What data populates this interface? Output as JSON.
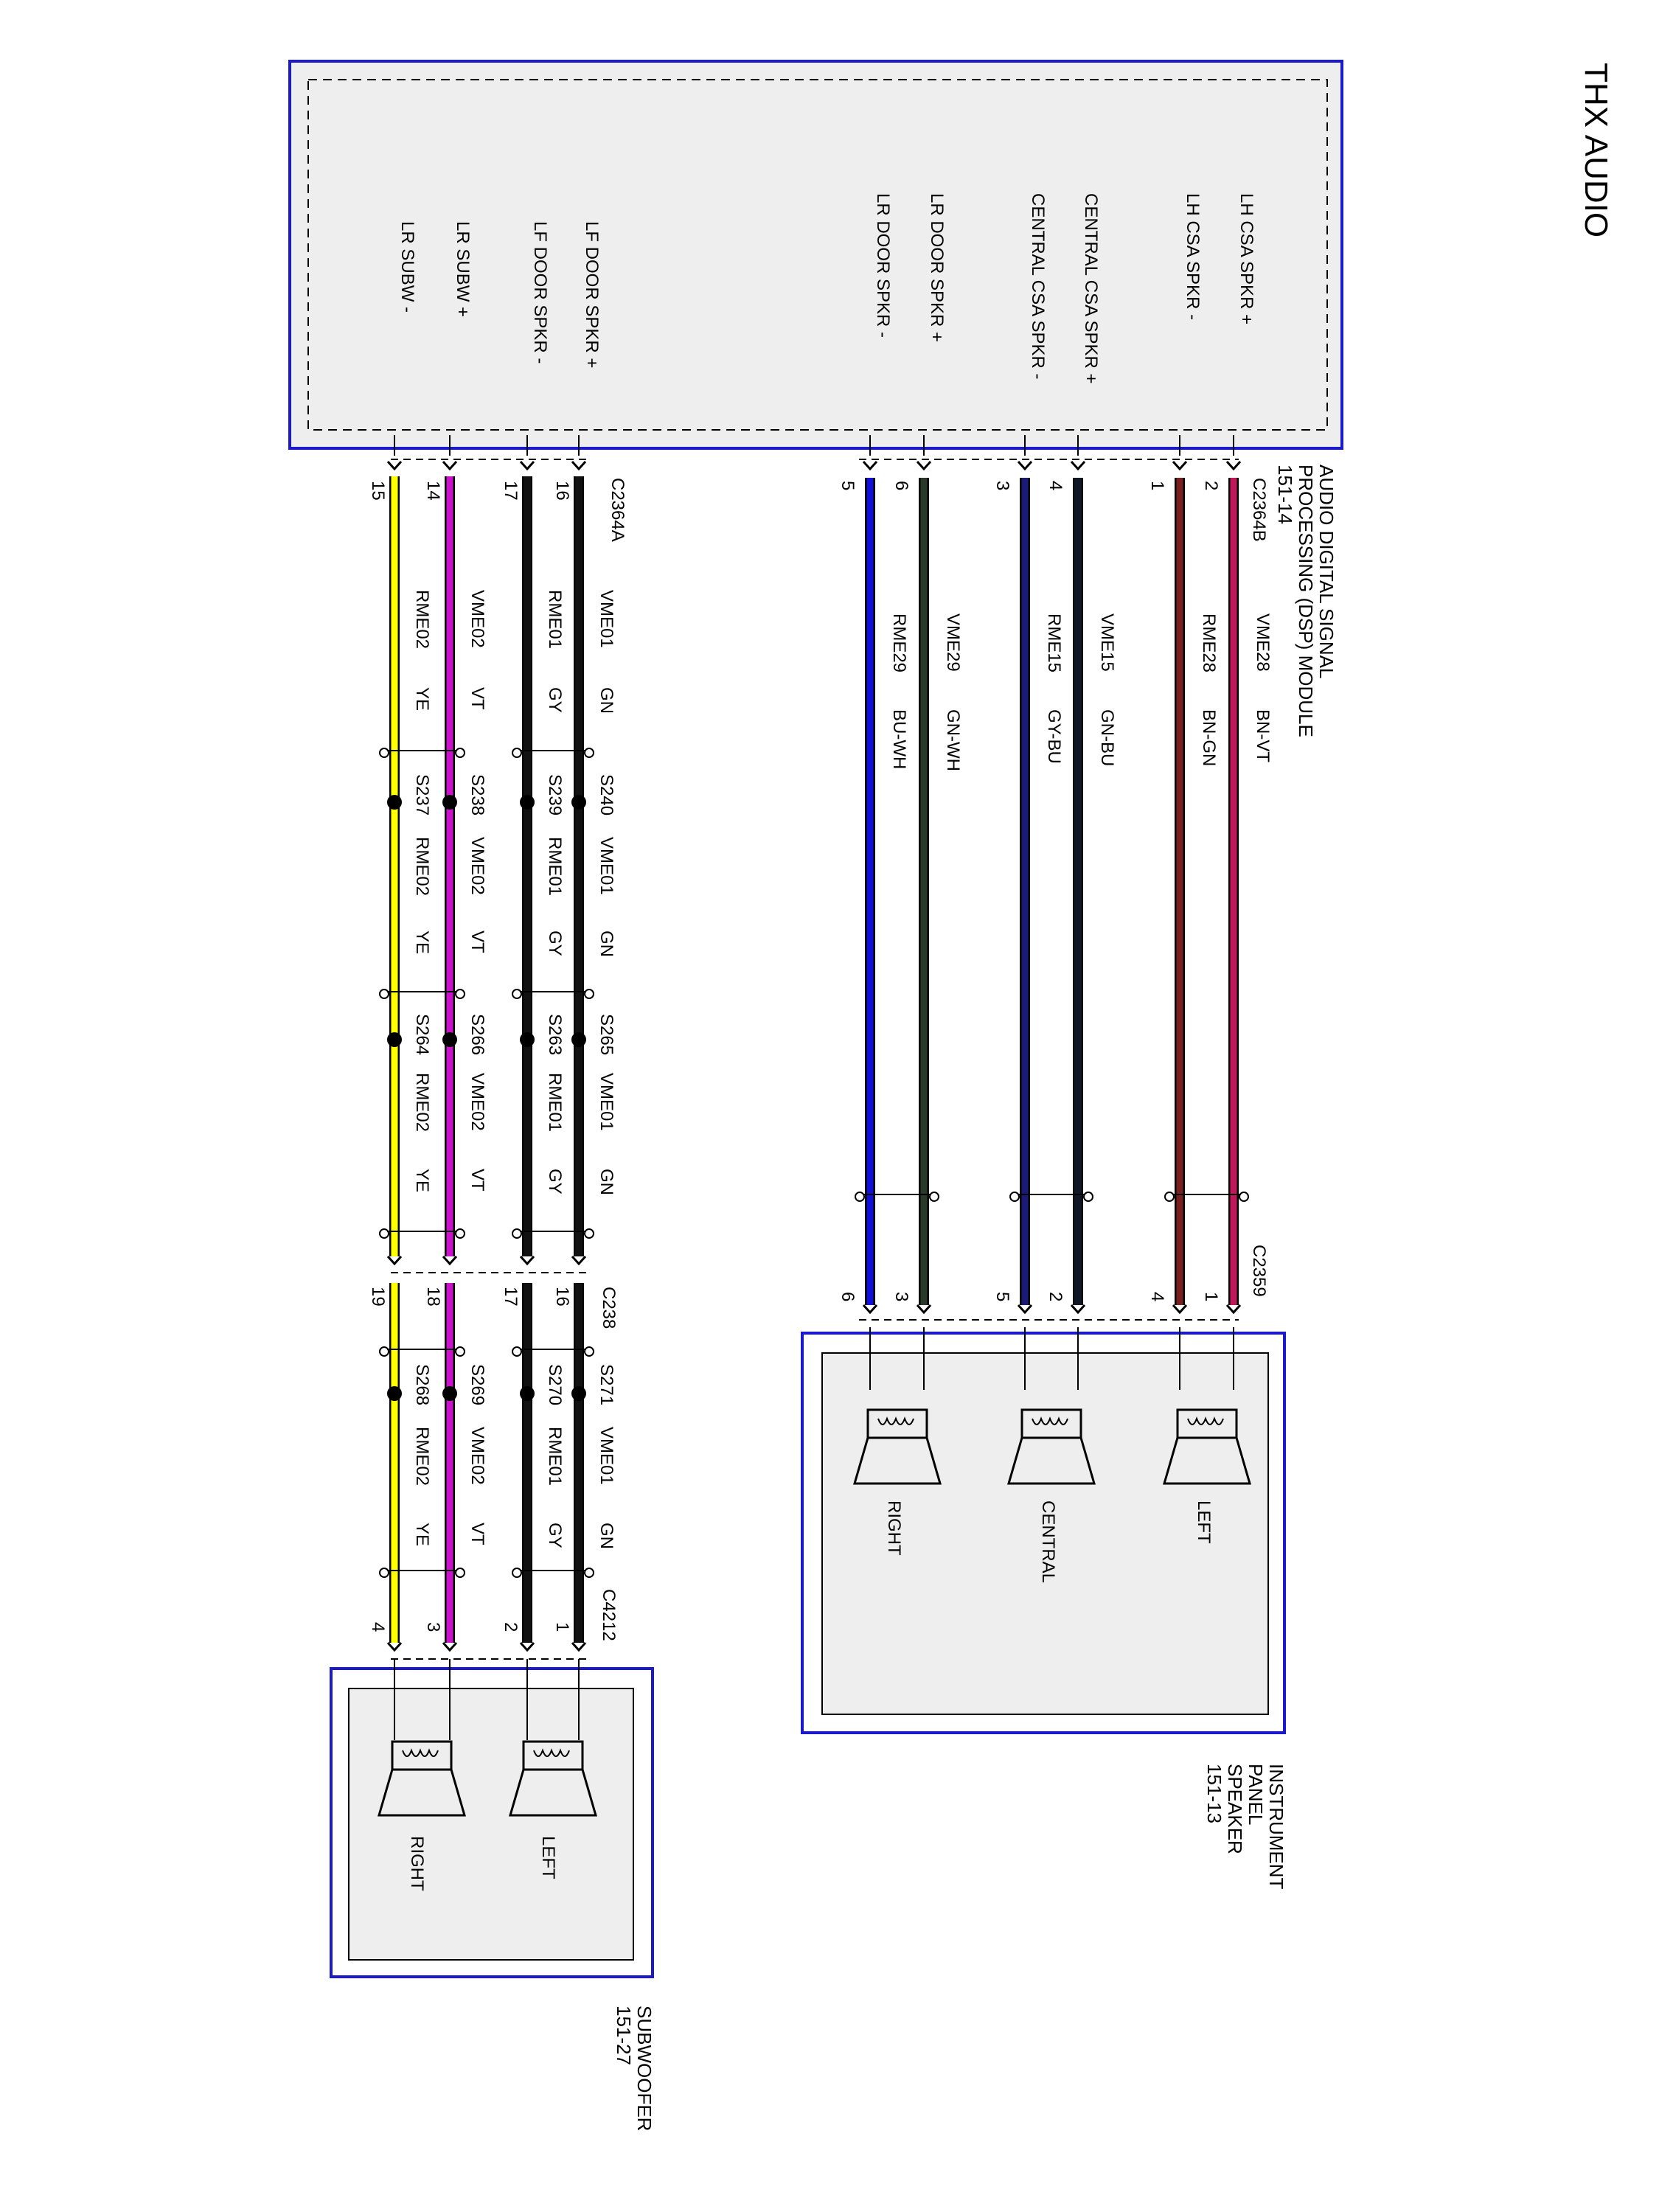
{
  "title": "THX AUDIO",
  "dsp_module": {
    "label_lines": [
      "AUDIO DIGITAL SIGNAL",
      "PROCESSING (DSP) MODULE",
      "151-14"
    ],
    "connector_b": "C2364B",
    "connector_a": "C2364A"
  },
  "instrument_panel_speaker": {
    "label_lines": [
      "INSTRUMENT",
      "PANEL",
      "SPEAKER",
      "151-13"
    ],
    "connector": "C2359",
    "speakers": [
      "LEFT",
      "CENTRAL",
      "RIGHT"
    ]
  },
  "subwoofer": {
    "label_lines": [
      "SUBWOOFER",
      "151-27"
    ],
    "connector_mid": "C238",
    "connector_end": "C4212",
    "speakers": [
      "LEFT",
      "RIGHT"
    ]
  },
  "colors": {
    "BN-VT": "#c0195a",
    "BN-GN": "#7a1f1f",
    "GN-BU": "#101828",
    "GY-BU": "#1a1a78",
    "GN-WH": "#2a3a2a",
    "BU-WH": "#1010d8",
    "GN": "#111111",
    "GY": "#111111",
    "VT": "#cc11cc",
    "YE": "#ffff00",
    "box_border": "#1a1acc",
    "box_fill": "#eeeeee"
  },
  "upper_circuits": [
    {
      "module_label": "LH CSA SPKR +",
      "dsp_pin": "2",
      "circuit": "VME28",
      "color": "BN-VT",
      "ip_pin": "1"
    },
    {
      "module_label": "LH CSA SPKR -",
      "dsp_pin": "1",
      "circuit": "RME28",
      "color": "BN-GN",
      "ip_pin": "4"
    },
    {
      "module_label": "CENTRAL CSA SPKR +",
      "dsp_pin": "4",
      "circuit": "VME15",
      "color": "GN-BU",
      "ip_pin": "2"
    },
    {
      "module_label": "CENTRAL CSA SPKR -",
      "dsp_pin": "3",
      "circuit": "RME15",
      "color": "GY-BU",
      "ip_pin": "5"
    },
    {
      "module_label": "LR DOOR SPKR +",
      "dsp_pin": "6",
      "circuit": "VME29",
      "color": "GN-WH",
      "ip_pin": "3"
    },
    {
      "module_label": "LR DOOR SPKR -",
      "dsp_pin": "5",
      "circuit": "RME29",
      "color": "BU-WH",
      "ip_pin": "6"
    }
  ],
  "lower_circuits": [
    {
      "module_label": "LF DOOR SPKR +",
      "dsp_pin": "16",
      "circuit": "VME01",
      "color": "GN",
      "splice1": "S240",
      "splice2": "S265",
      "mid_pin": "16",
      "splice3": "S271",
      "end_pin": "1"
    },
    {
      "module_label": "LF DOOR SPKR -",
      "dsp_pin": "17",
      "circuit": "RME01",
      "color": "GY",
      "splice1": "S239",
      "splice2": "S263",
      "mid_pin": "17",
      "splice3": "S270",
      "end_pin": "2"
    },
    {
      "module_label": "LR SUBW +",
      "dsp_pin": "14",
      "circuit": "VME02",
      "color": "VT",
      "splice1": "S238",
      "splice2": "S266",
      "mid_pin": "18",
      "splice3": "S269",
      "end_pin": "3"
    },
    {
      "module_label": "LR SUBW -",
      "dsp_pin": "15",
      "circuit": "RME02",
      "color": "YE",
      "splice1": "S237",
      "splice2": "S264",
      "mid_pin": "19",
      "splice3": "S268",
      "end_pin": "4"
    }
  ]
}
